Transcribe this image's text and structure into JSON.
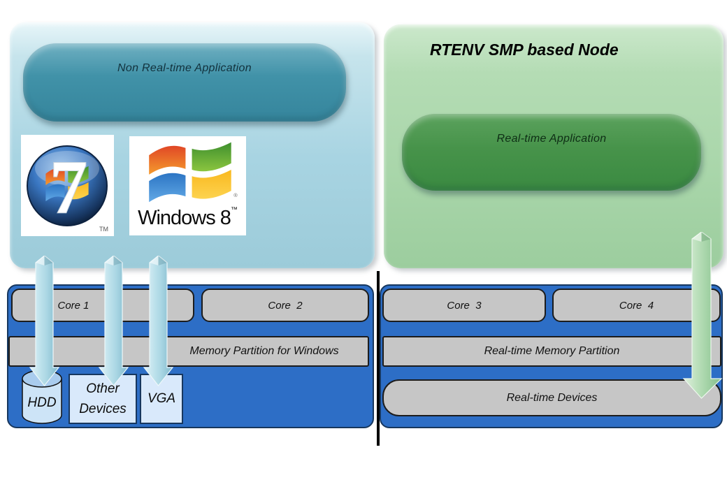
{
  "left_node": {
    "app_label": "Non Real-time Application",
    "windows7": {
      "numeral": "7",
      "tm": "TM"
    },
    "windows8": {
      "label": "Windows 8",
      "tm": "™",
      "reg": "®"
    }
  },
  "right_node": {
    "title": "RTENV SMP based Node",
    "app_label": "Real-time Application"
  },
  "hardware_left": {
    "core1": "Core 1",
    "core2": "Core  2",
    "memory": "Memory Partition for Windows",
    "hdd": "HDD",
    "other_line1": "Other",
    "other_line2": "Devices",
    "vga": "VGA"
  },
  "hardware_right": {
    "core3": "Core  3",
    "core4": "Core  4",
    "memory": "Real-time Memory Partition",
    "devices": "Real-time Devices"
  },
  "colors": {
    "left_panel_bg": "#A8D4E2",
    "nonrt_box": "#4192A8",
    "right_panel_bg": "#A9D6AA",
    "rt_box": "#47934A",
    "hw_panel_bg": "#2D6EC6",
    "hw_panel_border": "#17375E",
    "gray_box": "#C6C6C6",
    "device_box_bg": "#D9E9FB",
    "blue_arrow": "#AFD9E6",
    "green_arrow": "#A6D4A8",
    "divider": "#000000"
  }
}
